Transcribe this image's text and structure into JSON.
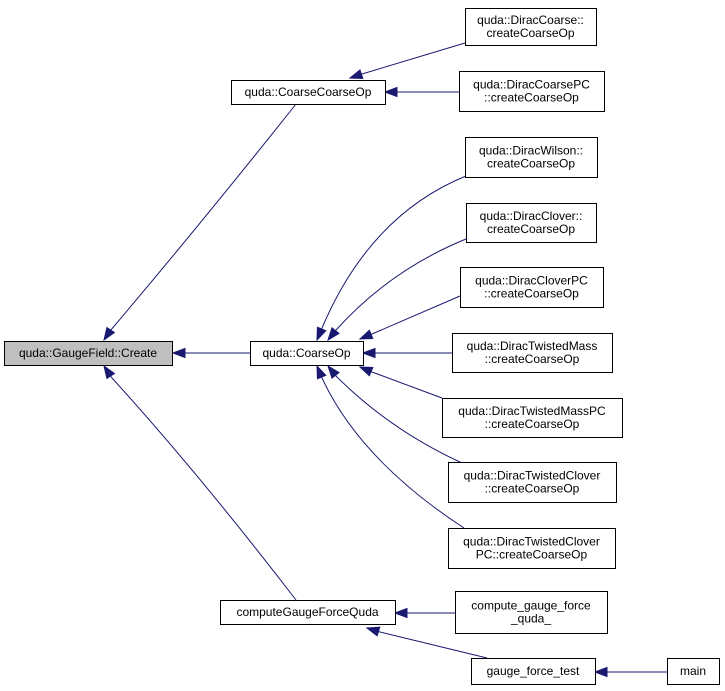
{
  "graph": {
    "nodes": [
      {
        "id": "create",
        "lines": [
          "quda::GaugeField::Create"
        ],
        "root": true
      },
      {
        "id": "coarsecoarseop",
        "lines": [
          "quda::CoarseCoarseOp"
        ]
      },
      {
        "id": "coarseop",
        "lines": [
          "quda::CoarseOp"
        ]
      },
      {
        "id": "computegf",
        "lines": [
          "computeGaugeForceQuda"
        ]
      },
      {
        "id": "dcoarse",
        "lines": [
          "quda::DiracCoarse::",
          "createCoarseOp"
        ]
      },
      {
        "id": "dcoarsepc",
        "lines": [
          "quda::DiracCoarsePC",
          "::createCoarseOp"
        ]
      },
      {
        "id": "dwilson",
        "lines": [
          "quda::DiracWilson::",
          "createCoarseOp"
        ]
      },
      {
        "id": "dclover",
        "lines": [
          "quda::DiracClover::",
          "createCoarseOp"
        ]
      },
      {
        "id": "dcloverpc",
        "lines": [
          "quda::DiracCloverPC",
          "::createCoarseOp"
        ]
      },
      {
        "id": "dtm",
        "lines": [
          "quda::DiracTwistedMass",
          "::createCoarseOp"
        ]
      },
      {
        "id": "dtmpc",
        "lines": [
          "quda::DiracTwistedMassPC",
          "::createCoarseOp"
        ]
      },
      {
        "id": "dtc",
        "lines": [
          "quda::DiracTwistedClover",
          "::createCoarseOp"
        ]
      },
      {
        "id": "dtcpc",
        "lines": [
          "quda::DiracTwistedClover",
          "PC::createCoarseOp"
        ]
      },
      {
        "id": "cgfq",
        "lines": [
          "compute_gauge_force",
          "_quda_"
        ]
      },
      {
        "id": "gft",
        "lines": [
          "gauge_force_test"
        ]
      },
      {
        "id": "main",
        "lines": [
          "main"
        ]
      }
    ],
    "edges": [
      {
        "from": "coarsecoarseop",
        "to": "create"
      },
      {
        "from": "coarseop",
        "to": "create"
      },
      {
        "from": "computegf",
        "to": "create"
      },
      {
        "from": "dcoarse",
        "to": "coarsecoarseop"
      },
      {
        "from": "dcoarsepc",
        "to": "coarsecoarseop"
      },
      {
        "from": "dwilson",
        "to": "coarseop"
      },
      {
        "from": "dclover",
        "to": "coarseop"
      },
      {
        "from": "dcloverpc",
        "to": "coarseop"
      },
      {
        "from": "dtm",
        "to": "coarseop"
      },
      {
        "from": "dtmpc",
        "to": "coarseop"
      },
      {
        "from": "dtc",
        "to": "coarseop"
      },
      {
        "from": "dtcpc",
        "to": "coarseop"
      },
      {
        "from": "cgfq",
        "to": "computegf"
      },
      {
        "from": "gft",
        "to": "computegf"
      },
      {
        "from": "main",
        "to": "gft"
      }
    ]
  }
}
